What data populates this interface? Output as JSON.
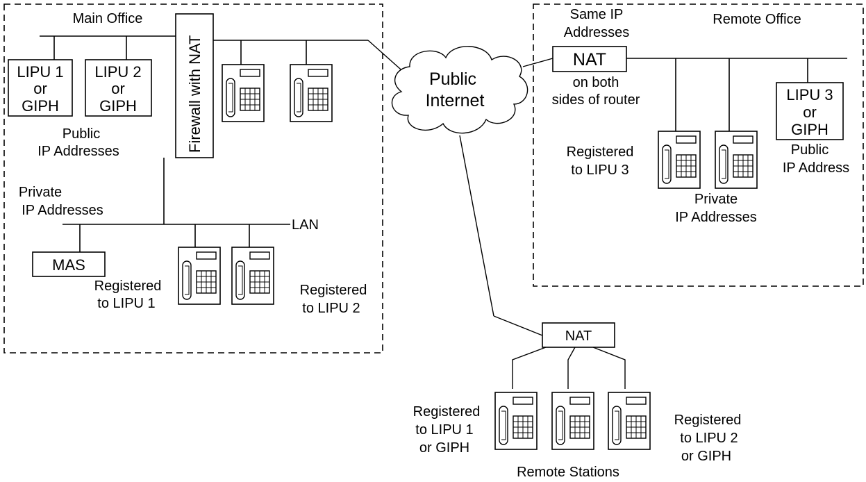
{
  "main_office": {
    "title": "Main Office",
    "lipu1": [
      "LIPU 1",
      "or",
      "GIPH"
    ],
    "lipu2": [
      "LIPU 2",
      "or",
      "GIPH"
    ],
    "public_ip": [
      "Public",
      "IP Addresses"
    ],
    "private_ip": [
      "Private",
      "IP Addresses"
    ],
    "firewall": "Firewall with NAT",
    "lan": "LAN",
    "mas": "MAS",
    "reg_lipu1": [
      "Registered",
      "to LIPU 1"
    ],
    "reg_lipu2": [
      "Registered",
      "to LIPU 2"
    ]
  },
  "internet": [
    "Public",
    "Internet"
  ],
  "remote_office": {
    "title": "Remote Office",
    "same_ip": [
      "Same IP",
      "Addresses"
    ],
    "nat": "NAT",
    "nat_note": [
      "on both",
      "sides of router"
    ],
    "lipu3": [
      "LIPU 3",
      "or",
      "GIPH"
    ],
    "public_ip": [
      "Public",
      "IP Address"
    ],
    "reg_lipu3": [
      "Registered",
      "to LIPU 3"
    ],
    "private_ip": [
      "Private",
      "IP Addresses"
    ]
  },
  "remote_stations": {
    "nat": "NAT",
    "reg_left": [
      "Registered",
      "to LIPU 1",
      "or GIPH"
    ],
    "reg_right": [
      "Registered",
      "to LIPU 2",
      "or GIPH"
    ],
    "caption": "Remote Stations"
  },
  "icons": {
    "phone": "ip-phone-icon",
    "cloud": "cloud-icon"
  }
}
